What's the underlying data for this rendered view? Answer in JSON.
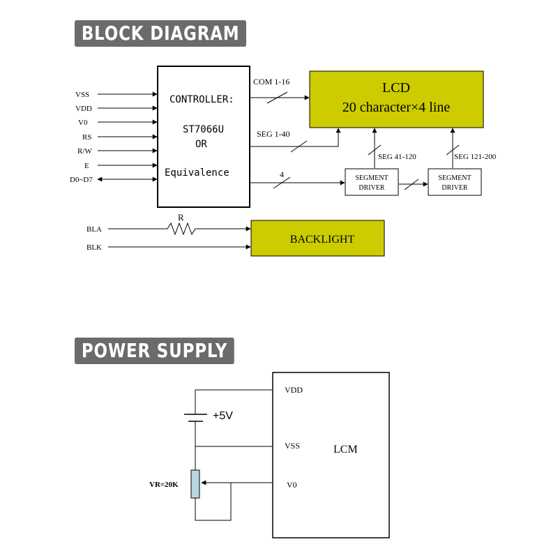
{
  "headers": {
    "block_diagram": "BLOCK DIAGRAM",
    "power_supply": "POWER SUPPLY"
  },
  "block": {
    "inputs": [
      "VSS",
      "VDD",
      "V0",
      "RS",
      "R/W",
      "E",
      "D0~D7"
    ],
    "controller": {
      "line1": "CONTROLLER:",
      "line2": "ST7066U",
      "line3": "OR",
      "line4": "Equivalence"
    },
    "lcd": {
      "title": "LCD",
      "subtitle": "20 character×4 line"
    },
    "bus": {
      "com": "COM 1-16",
      "seg": "SEG 1-40",
      "data": "4",
      "seg2": "SEG 41-120",
      "seg3": "SEG 121-200"
    },
    "segment_driver": [
      "SEGMENT",
      "DRIVER"
    ],
    "backlight": {
      "label": "BACKLIGHT",
      "resistor": "R",
      "bla": "BLA",
      "blk": "BLK"
    },
    "colors": {
      "lcd_fill": "#cccc00",
      "backlight_fill": "#cccc00"
    }
  },
  "power": {
    "battery": "+5V",
    "vr": "VR=20K",
    "pins": [
      "VDD",
      "VSS",
      "V0"
    ],
    "module": "LCM"
  }
}
